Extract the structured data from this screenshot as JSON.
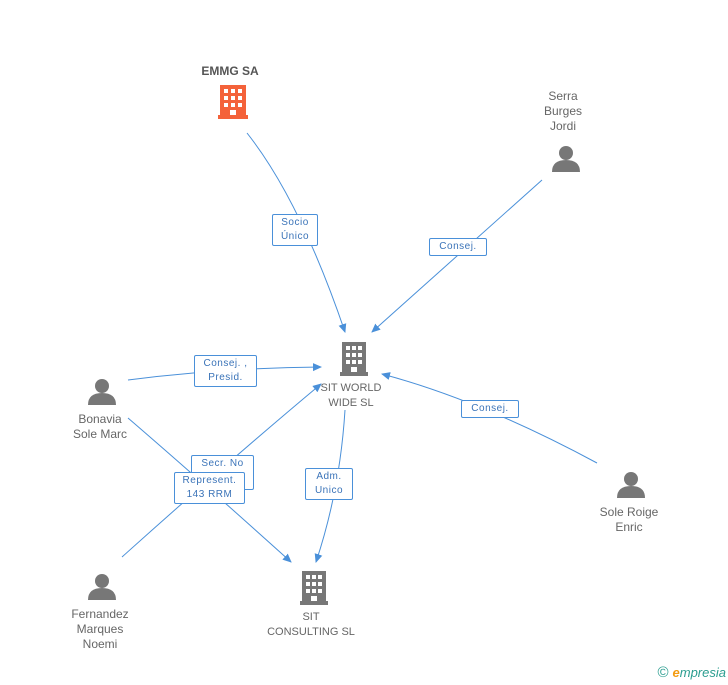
{
  "nodes": {
    "emmg": {
      "name": "EMMG SA",
      "kind": "company-main"
    },
    "serra": {
      "name_lines": [
        "Serra",
        "Burges",
        "Jordi"
      ],
      "kind": "person"
    },
    "sit_world": {
      "name_lines": [
        "SIT WORLD",
        "WIDE SL"
      ],
      "kind": "company"
    },
    "bonavia": {
      "name_lines": [
        "Bonavia",
        "Sole Marc"
      ],
      "kind": "person"
    },
    "sole_roige": {
      "name_lines": [
        "Sole Roige",
        "Enric"
      ],
      "kind": "person"
    },
    "fernandez": {
      "name_lines": [
        "Fernandez",
        "Marques",
        "Noemi"
      ],
      "kind": "person"
    },
    "sit_consulting": {
      "name_lines": [
        "SIT",
        "CONSULTING SL"
      ],
      "kind": "company"
    }
  },
  "edges": {
    "emmg_sit": {
      "label_lines": [
        "Socio",
        "Único"
      ]
    },
    "serra_sit": {
      "label_lines": [
        "Consej."
      ]
    },
    "bonavia_sit": {
      "label_lines": [
        "Consej. ,",
        "Presid."
      ]
    },
    "sole_sit": {
      "label_lines": [
        "Consej."
      ]
    },
    "bonavia_consulting": {
      "label_lines": [
        "Secr. No"
      ]
    },
    "fernandez_sit": {
      "label_lines": [
        "Represent.",
        "143 RRM"
      ]
    },
    "sit_consulting": {
      "label_lines": [
        "Adm.",
        "Unico"
      ]
    }
  },
  "colors": {
    "edge": "#4a90d9",
    "company_main": "#f4623a",
    "company": "#777777",
    "person": "#777777"
  },
  "footer": {
    "copyright_symbol": "©",
    "brand_first": "e",
    "brand_rest": "mpresia"
  }
}
